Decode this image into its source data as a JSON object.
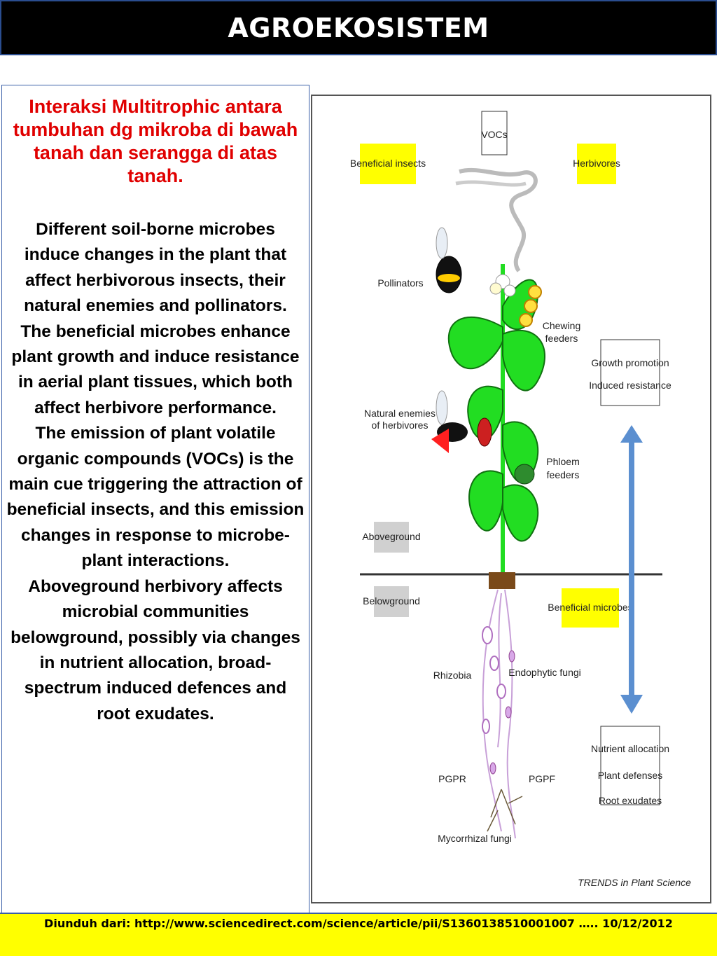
{
  "header": {
    "title": "AGROEKOSISTEM"
  },
  "left_panel": {
    "heading": "Interaksi Multitrophic antara tumbuhan dg mikroba di bawah tanah dan serangga di atas tanah.",
    "paragraphs": [
      "Different soil-borne microbes induce changes in the plant that affect herbivorous insects, their natural enemies and pollinators.",
      "The beneficial microbes enhance plant growth and induce resistance in aerial plant tissues, which both affect herbivore performance.",
      "The emission of plant volatile organic compounds (VOCs) is the main cue triggering the attraction of beneficial insects, and this emission changes in response to microbe-plant interactions.",
      "Aboveground herbivory affects microbial communities belowground, possibly via changes in nutrient allocation, broad-spectrum induced defences and root exudates."
    ]
  },
  "figure": {
    "labels": {
      "vocs": "VOCs",
      "beneficial_insects": "Beneficial insects",
      "herbivores": "Herbivores",
      "pollinators": "Pollinators",
      "chewing": "Chewing",
      "feeders_1": "feeders",
      "natural_enemies_1": "Natural enemies",
      "natural_enemies_2": "of herbivores",
      "phloem": "Phloem",
      "feeders_2": "feeders",
      "aboveground": "Aboveground",
      "belowground": "Belowground",
      "beneficial_microbes": "Beneficial microbes",
      "growth_promotion": "Growth promotion",
      "induced_resistance": "Induced resistance",
      "rhizobia": "Rhizobia",
      "endophytic_fungi": "Endophytic fungi",
      "pgpr": "PGPR",
      "pgpf": "PGPF",
      "mycorrhizal_fungi": "Mycorrhizal fungi",
      "nutrient_allocation": "Nutrient allocation",
      "plant_defenses": "Plant defenses",
      "root_exudates": "Root exudates",
      "source": "TRENDS in Plant Science"
    },
    "colors": {
      "highlight": "#ffff00",
      "plant": "#22dd22",
      "arrow": "#5b8fd0",
      "gray_box": "#d0d0d0"
    }
  },
  "footer": {
    "citation": "Diunduh dari: http://www.sciencedirect.com/science/article/pii/S1360138510001007 ….. 10/12/2012"
  }
}
